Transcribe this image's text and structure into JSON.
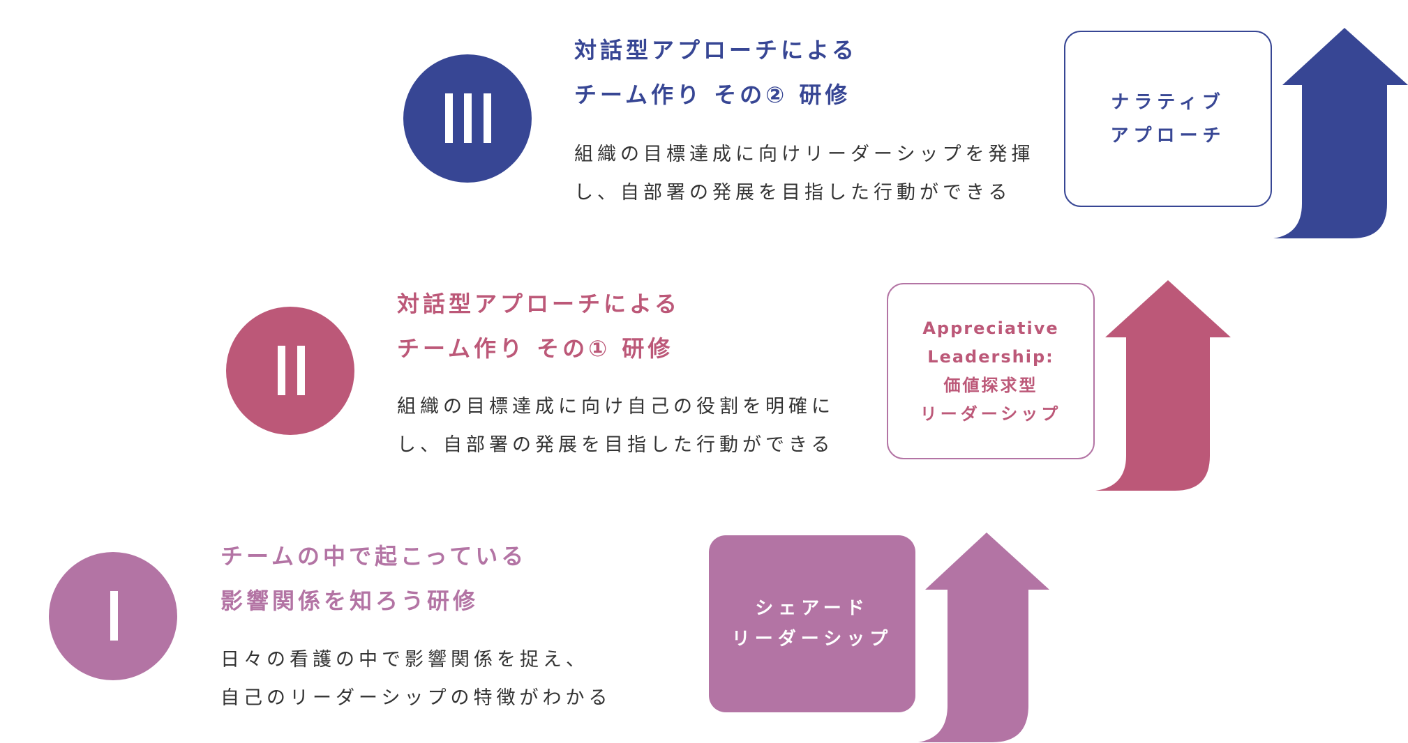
{
  "colors": {
    "level3": "#374694",
    "level2": "#bc5878",
    "level1": "#b374a4",
    "body_text": "#333333"
  },
  "levels": [
    {
      "numeral": "III",
      "title": [
        "対話型アプローチによる",
        "チーム作り その② 研修"
      ],
      "description": [
        "組織の目標達成に向けリーダーシップを発揮",
        "し、自部署の発展を目指した行動ができる"
      ],
      "box": [
        "ナラティブ",
        "アプローチ"
      ],
      "box_style": "outlined"
    },
    {
      "numeral": "II",
      "title": [
        "対話型アプローチによる",
        "チーム作り その① 研修"
      ],
      "description": [
        "組織の目標達成に向け自己の役割を明確に",
        "し、自部署の発展を目指した行動ができる"
      ],
      "box": [
        "Appreciative",
        "Leadership:",
        "価値探求型",
        "リーダーシップ"
      ],
      "box_style": "outlined"
    },
    {
      "numeral": "I",
      "title": [
        "チームの中で起こっている",
        "影響関係を知ろう研修"
      ],
      "description": [
        "日々の看護の中で影響関係を捉え、",
        "自己のリーダーシップの特徴がわかる"
      ],
      "box": [
        "シェアード",
        "リーダーシップ"
      ],
      "box_style": "filled"
    }
  ]
}
